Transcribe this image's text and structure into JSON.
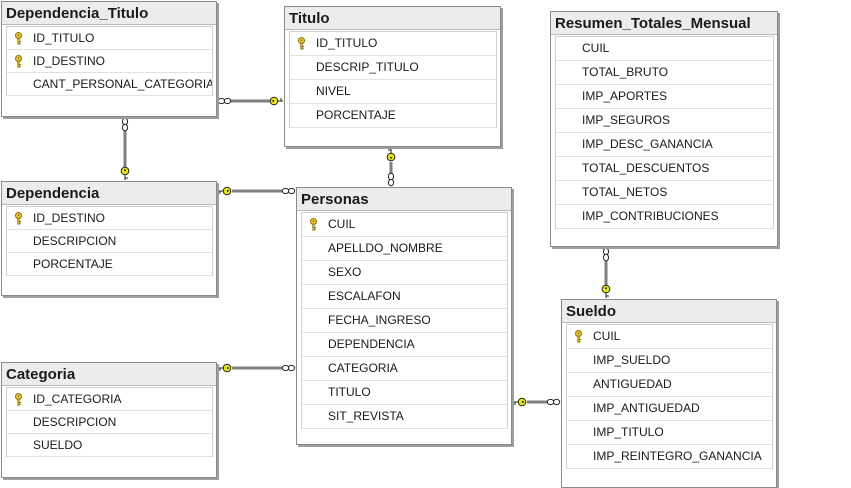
{
  "colors": {
    "connector_line": "#7f7f7f",
    "connector_key": "#e8e800",
    "connector_endpoint": "#ffffff"
  },
  "tables": {
    "dependencia_titulo": {
      "title": "Dependencia_Titulo",
      "columns": [
        {
          "name": "ID_TITULO",
          "key": true
        },
        {
          "name": "ID_DESTINO",
          "key": true
        },
        {
          "name": "CANT_PERSONAL_CATEGORIA",
          "key": false
        }
      ]
    },
    "titulo": {
      "title": "Titulo",
      "columns": [
        {
          "name": "ID_TITULO",
          "key": true
        },
        {
          "name": "DESCRIP_TITULO",
          "key": false
        },
        {
          "name": "NIVEL",
          "key": false
        },
        {
          "name": "PORCENTAJE",
          "key": false
        }
      ]
    },
    "resumen_totales_mensual": {
      "title": "Resumen_Totales_Mensual",
      "columns": [
        {
          "name": "CUIL",
          "key": false
        },
        {
          "name": "TOTAL_BRUTO",
          "key": false
        },
        {
          "name": "IMP_APORTES",
          "key": false
        },
        {
          "name": "IMP_SEGUROS",
          "key": false
        },
        {
          "name": "IMP_DESC_GANANCIA",
          "key": false
        },
        {
          "name": "TOTAL_DESCUENTOS",
          "key": false
        },
        {
          "name": "TOTAL_NETOS",
          "key": false
        },
        {
          "name": "IMP_CONTRIBUCIONES",
          "key": false
        }
      ]
    },
    "dependencia": {
      "title": "Dependencia",
      "columns": [
        {
          "name": "ID_DESTINO",
          "key": true
        },
        {
          "name": "DESCRIPCION",
          "key": false
        },
        {
          "name": "PORCENTAJE",
          "key": false
        }
      ]
    },
    "personas": {
      "title": "Personas",
      "columns": [
        {
          "name": "CUIL",
          "key": true
        },
        {
          "name": "APELLDO_NOMBRE",
          "key": false
        },
        {
          "name": "SEXO",
          "key": false
        },
        {
          "name": "ESCALAFON",
          "key": false
        },
        {
          "name": "FECHA_INGRESO",
          "key": false
        },
        {
          "name": "DEPENDENCIA",
          "key": false
        },
        {
          "name": "CATEGORIA",
          "key": false
        },
        {
          "name": "TITULO",
          "key": false
        },
        {
          "name": "SIT_REVISTA",
          "key": false
        }
      ]
    },
    "sueldo": {
      "title": "Sueldo",
      "columns": [
        {
          "name": "CUIL",
          "key": true
        },
        {
          "name": "IMP_SUELDO",
          "key": false
        },
        {
          "name": "ANTIGUEDAD",
          "key": false
        },
        {
          "name": "IMP_ANTIGUEDAD",
          "key": false
        },
        {
          "name": "IMP_TITULO",
          "key": false
        },
        {
          "name": "IMP_REINTEGRO_GANANCIA",
          "key": false
        }
      ]
    },
    "categoria": {
      "title": "Categoria",
      "columns": [
        {
          "name": "ID_CATEGORIA",
          "key": true
        },
        {
          "name": "DESCRIPCION",
          "key": false
        },
        {
          "name": "SUELDO",
          "key": false
        }
      ]
    }
  },
  "relationships": [
    {
      "name": "titulo-to-dependencia-titulo",
      "one": "Titulo",
      "many": "Dependencia_Titulo"
    },
    {
      "name": "dependencia-to-dependencia-titulo",
      "one": "Dependencia",
      "many": "Dependencia_Titulo"
    },
    {
      "name": "dependencia-to-personas",
      "one": "Dependencia",
      "many": "Personas"
    },
    {
      "name": "titulo-to-personas",
      "one": "Titulo",
      "many": "Personas"
    },
    {
      "name": "categoria-to-personas",
      "one": "Categoria",
      "many": "Personas"
    },
    {
      "name": "sueldo-to-personas",
      "one": "Sueldo",
      "many": "Personas"
    },
    {
      "name": "sueldo-to-resumen-totales-mensual",
      "one": "Sueldo",
      "many": "Resumen_Totales_Mensual"
    }
  ]
}
